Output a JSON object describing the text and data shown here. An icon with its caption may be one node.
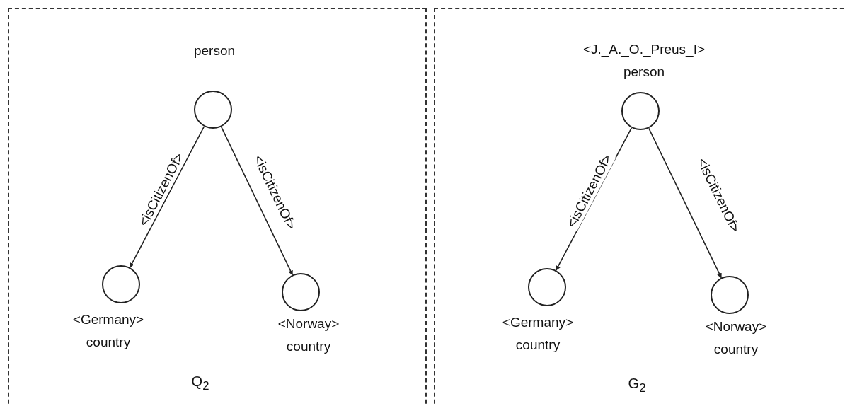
{
  "diagram": {
    "nodes": [
      {
        "text": [
          "Q$_{2}$"
        ]
      },
      {
        "text": [],
        "shape": "circle",
        "in": 0,
        "beside": [
          "person"
        ]
      },
      {
        "text": [],
        "shape": "circle",
        "in": 0,
        "beside": [
          "<Germany> country"
        ]
      },
      {
        "text": [],
        "shape": "circle",
        "in": 0,
        "beside": [
          "<Norway> country"
        ]
      },
      {
        "text": [
          "G$_{2}$"
        ]
      },
      {
        "text": [],
        "shape": "circle",
        "in": 4,
        "beside": [
          "<J._A._O._Preus_I> person"
        ]
      },
      {
        "text": [],
        "shape": "circle",
        "in": 4,
        "beside": [
          "<Germany> country"
        ]
      },
      {
        "text": [],
        "shape": "circle",
        "in": 4,
        "beside": [
          "<Norway> country"
        ]
      }
    ],
    "edges": [
      {
        "from": 1,
        "to": 2,
        "arrow": "to",
        "label": "<isCitizenOf>"
      },
      {
        "from": 1,
        "to": 3,
        "arrow": "to",
        "label": "<isCitizenOf>"
      },
      {
        "from": 5,
        "to": 6,
        "arrow": "to",
        "label": "<isCitizenOf>"
      },
      {
        "from": 5,
        "to": 7,
        "arrow": "to",
        "label": "<isCitizenOf>"
      }
    ]
  }
}
